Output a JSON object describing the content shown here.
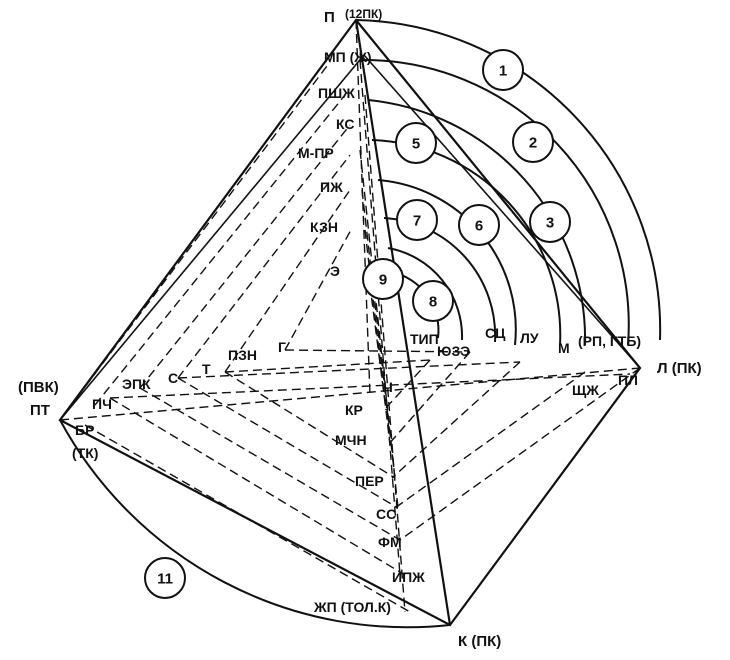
{
  "vertices": {
    "top": "П",
    "top_paren": "(12ПК)",
    "left_paren": "(ПВК)",
    "left": "ПТ",
    "right": "Л (ПК)",
    "bottom": "К (ПК)"
  },
  "top_axis_labels": [
    "МП (Ж)",
    "ПШЖ",
    "КС",
    "М-ПР",
    "ПЖ",
    "КЗН",
    "Э"
  ],
  "left_axis_labels": [
    "ЭПК",
    "С",
    "Т",
    "ПЗН",
    "Г",
    "ПЧ",
    "БР",
    "(ТК)"
  ],
  "right_axis_labels": [
    "ТИП",
    "ЮЗЭ",
    "СЦ",
    "ЛУ",
    "М",
    "(РП, ГТБ)",
    "ЩЖ",
    "ПЛ"
  ],
  "bottom_axis_labels": [
    "Ч",
    "КР",
    "МЧН",
    "ПЕР",
    "СС",
    "ФМ",
    "ИПЖ",
    "ЖП (ТОЛ.К)"
  ],
  "circles": [
    "1",
    "2",
    "3",
    "5",
    "6",
    "7",
    "8",
    "9",
    "11"
  ]
}
